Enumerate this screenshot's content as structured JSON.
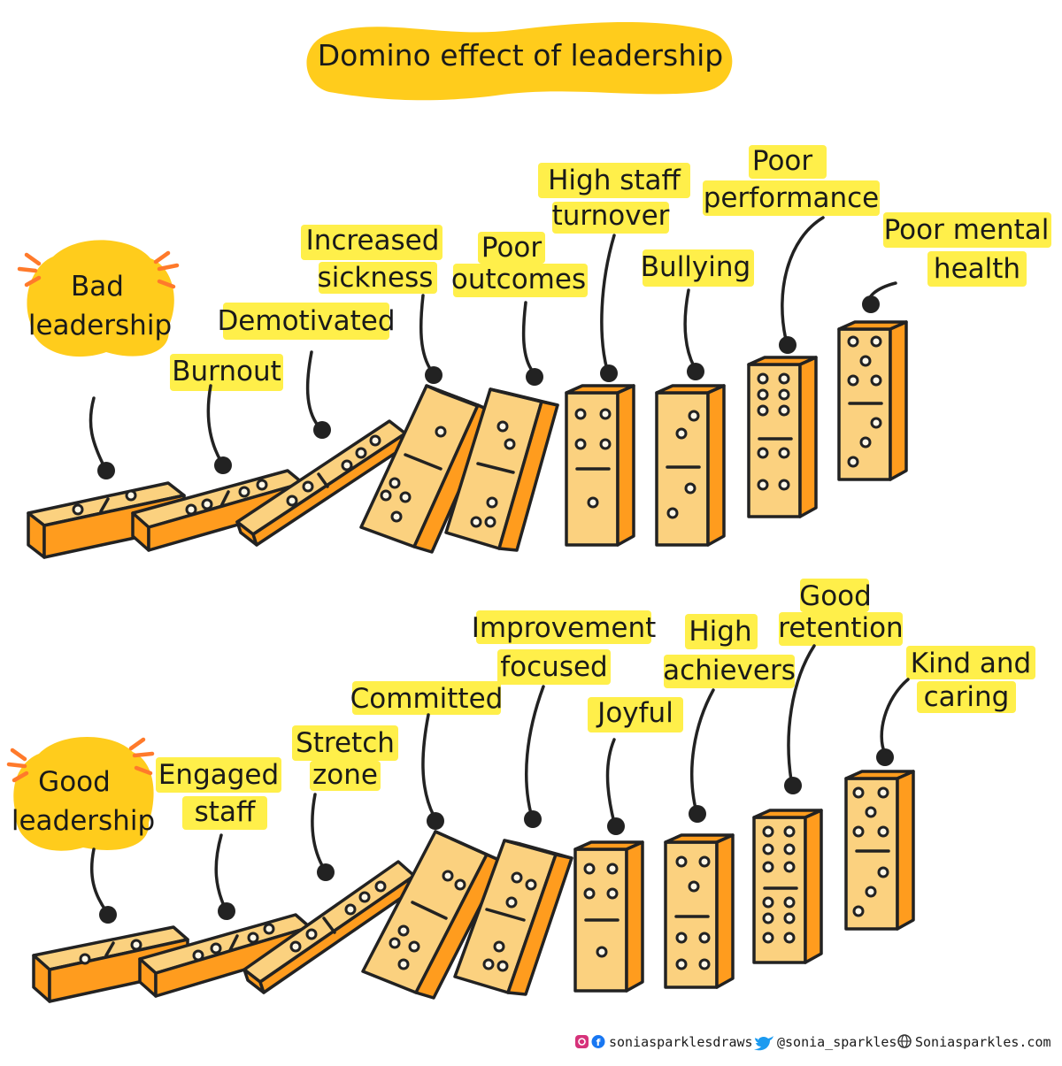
{
  "title": "Domino effect of leadership",
  "rows": [
    {
      "lead": [
        "Bad",
        "leadership"
      ],
      "labels": [
        [
          "Burnout"
        ],
        [
          "Demotivated"
        ],
        [
          "Increased",
          "sickness"
        ],
        [
          "Poor",
          "outcomes"
        ],
        [
          "High staff",
          "turnover"
        ],
        [
          "Bullying"
        ],
        [
          "Poor",
          "performance"
        ],
        [
          "Poor mental",
          "health"
        ]
      ]
    },
    {
      "lead": [
        "Good",
        "leadership"
      ],
      "labels": [
        [
          "Engaged",
          "staff"
        ],
        [
          "Stretch",
          "zone"
        ],
        [
          "Committed"
        ],
        [
          "Improvement",
          "focused"
        ],
        [
          "Joyful"
        ],
        [
          "High",
          "achievers"
        ],
        [
          "Good",
          "retention"
        ],
        [
          "Kind and",
          "caring"
        ]
      ]
    }
  ],
  "footer": {
    "social": "soniasparklesdraws",
    "twitter": "@sonia_sparkles",
    "website": "Soniasparkles.com"
  },
  "colors": {
    "highlight": "#ffef4a",
    "blob": "#ffcc1c",
    "domino_face": "#fbd17f",
    "domino_side": "#ff9c1e",
    "spark": "#ff7a2b"
  }
}
